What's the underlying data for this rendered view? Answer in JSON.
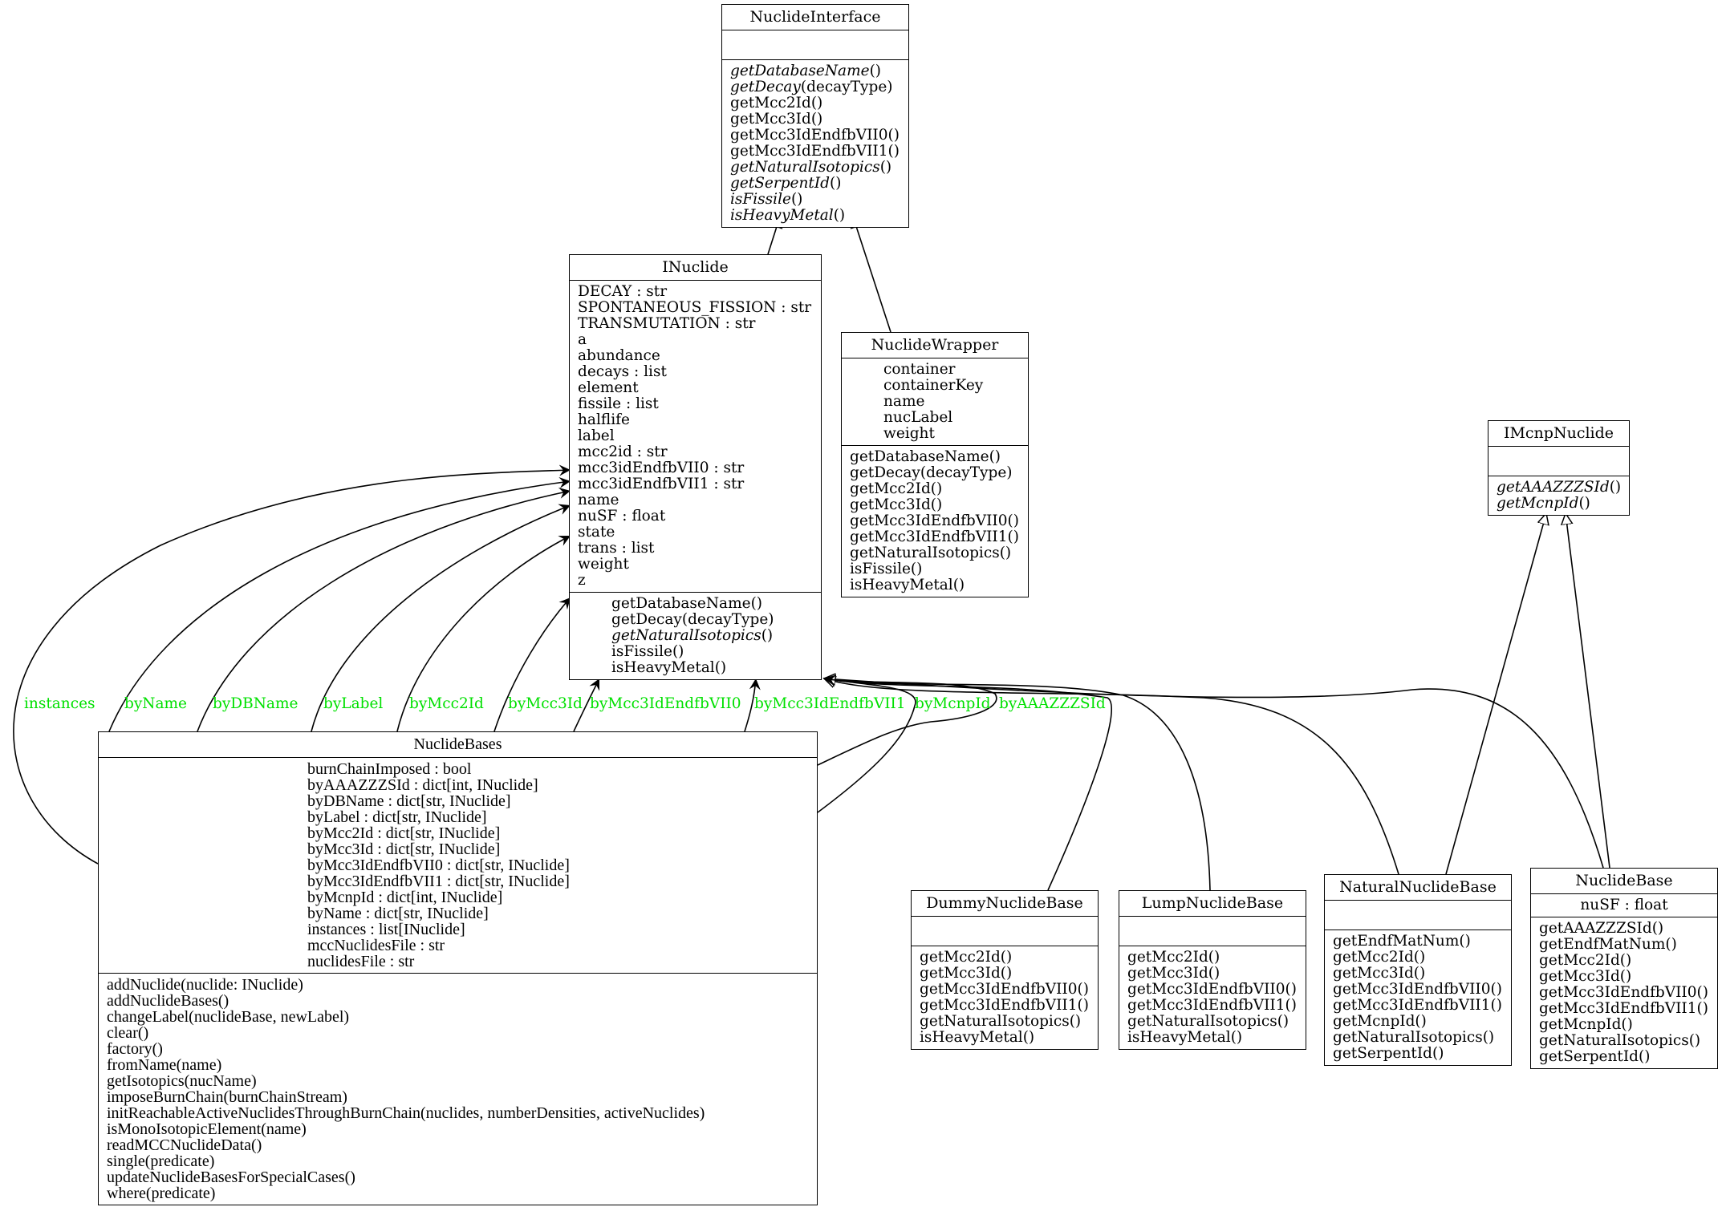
{
  "diagram": {
    "type": "uml-class-diagram",
    "classes": {
      "NuclideInterface": {
        "name": "NuclideInterface",
        "attributes": [],
        "methods": [
          {
            "name": "getDatabaseName",
            "args": "()",
            "abstract": true
          },
          {
            "name": "getDecay",
            "args": "(decayType)",
            "abstract": true
          },
          {
            "name": "getMcc2Id",
            "args": "()",
            "abstract": false
          },
          {
            "name": "getMcc3Id",
            "args": "()",
            "abstract": false
          },
          {
            "name": "getMcc3IdEndfbVII0",
            "args": "()",
            "abstract": false
          },
          {
            "name": "getMcc3IdEndfbVII1",
            "args": "()",
            "abstract": false
          },
          {
            "name": "getNaturalIsotopics",
            "args": "()",
            "abstract": true
          },
          {
            "name": "getSerpentId",
            "args": "()",
            "abstract": true
          },
          {
            "name": "isFissile",
            "args": "()",
            "abstract": true
          },
          {
            "name": "isHeavyMetal",
            "args": "()",
            "abstract": true
          }
        ]
      },
      "INuclide": {
        "name": "INuclide",
        "attributes": [
          "DECAY : str",
          "SPONTANEOUS_FISSION : str",
          "TRANSMUTATION : str",
          "a",
          "abundance",
          "decays : list",
          "element",
          "fissile : list",
          "halflife",
          "label",
          "mcc2id : str",
          "mcc3idEndfbVII0 : str",
          "mcc3idEndfbVII1 : str",
          "name",
          "nuSF : float",
          "state",
          "trans : list",
          "weight",
          "z"
        ],
        "methods": [
          {
            "name": "getDatabaseName",
            "args": "()",
            "abstract": false
          },
          {
            "name": "getDecay",
            "args": "(decayType)",
            "abstract": false
          },
          {
            "name": "getNaturalIsotopics",
            "args": "()",
            "abstract": true
          },
          {
            "name": "isFissile",
            "args": "()",
            "abstract": false
          },
          {
            "name": "isHeavyMetal",
            "args": "()",
            "abstract": false
          }
        ]
      },
      "NuclideWrapper": {
        "name": "NuclideWrapper",
        "attributes": [
          "container",
          "containerKey",
          "name",
          "nucLabel",
          "weight"
        ],
        "methods": [
          "getDatabaseName()",
          "getDecay(decayType)",
          "getMcc2Id()",
          "getMcc3Id()",
          "getMcc3IdEndfbVII0()",
          "getMcc3IdEndfbVII1()",
          "getNaturalIsotopics()",
          "isFissile()",
          "isHeavyMetal()"
        ]
      },
      "IMcnpNuclide": {
        "name": "IMcnpNuclide",
        "attributes": [],
        "methods": [
          {
            "name": "getAAAZZZSId",
            "args": "()",
            "abstract": true
          },
          {
            "name": "getMcnpId",
            "args": "()",
            "abstract": true
          }
        ]
      },
      "NuclideBases": {
        "name": "NuclideBases",
        "attributes": [
          "burnChainImposed : bool",
          "byAAAZZZSId : dict[int, INuclide]",
          "byDBName : dict[str, INuclide]",
          "byLabel : dict[str, INuclide]",
          "byMcc2Id : dict[str, INuclide]",
          "byMcc3Id : dict[str, INuclide]",
          "byMcc3IdEndfbVII0 : dict[str, INuclide]",
          "byMcc3IdEndfbVII1 : dict[str, INuclide]",
          "byMcnpId : dict[int, INuclide]",
          "byName : dict[str, INuclide]",
          "instances : list[INuclide]",
          "mccNuclidesFile : str",
          "nuclidesFile : str"
        ],
        "methods": [
          "addNuclide(nuclide: INuclide)",
          "addNuclideBases()",
          "changeLabel(nuclideBase, newLabel)",
          "clear()",
          "factory()",
          "fromName(name)",
          "getIsotopics(nucName)",
          "imposeBurnChain(burnChainStream)",
          "initReachableActiveNuclidesThroughBurnChain(nuclides, numberDensities, activeNuclides)",
          "isMonoIsotopicElement(name)",
          "readMCCNuclideData()",
          "single(predicate)",
          "updateNuclideBasesForSpecialCases()",
          "where(predicate)"
        ]
      },
      "DummyNuclideBase": {
        "name": "DummyNuclideBase",
        "attributes": [],
        "methods": [
          "getMcc2Id()",
          "getMcc3Id()",
          "getMcc3IdEndfbVII0()",
          "getMcc3IdEndfbVII1()",
          "getNaturalIsotopics()",
          "isHeavyMetal()"
        ]
      },
      "LumpNuclideBase": {
        "name": "LumpNuclideBase",
        "attributes": [],
        "methods": [
          "getMcc2Id()",
          "getMcc3Id()",
          "getMcc3IdEndfbVII0()",
          "getMcc3IdEndfbVII1()",
          "getNaturalIsotopics()",
          "isHeavyMetal()"
        ]
      },
      "NaturalNuclideBase": {
        "name": "NaturalNuclideBase",
        "attributes": [],
        "methods": [
          "getEndfMatNum()",
          "getMcc2Id()",
          "getMcc3Id()",
          "getMcc3IdEndfbVII0()",
          "getMcc3IdEndfbVII1()",
          "getMcnpId()",
          "getNaturalIsotopics()",
          "getSerpentId()"
        ]
      },
      "NuclideBase": {
        "name": "NuclideBase",
        "attributes": [
          "nuSF : float"
        ],
        "methods": [
          "getAAAZZZSId()",
          "getEndfMatNum()",
          "getMcc2Id()",
          "getMcc3Id()",
          "getMcc3IdEndfbVII0()",
          "getMcc3IdEndfbVII1()",
          "getMcnpId()",
          "getNaturalIsotopics()",
          "getSerpentId()"
        ]
      }
    },
    "associations": [
      {
        "label": "instances",
        "from": "NuclideBases",
        "to": "INuclide"
      },
      {
        "label": "byName",
        "from": "NuclideBases",
        "to": "INuclide"
      },
      {
        "label": "byDBName",
        "from": "NuclideBases",
        "to": "INuclide"
      },
      {
        "label": "byLabel",
        "from": "NuclideBases",
        "to": "INuclide"
      },
      {
        "label": "byMcc2Id",
        "from": "NuclideBases",
        "to": "INuclide"
      },
      {
        "label": "byMcc3Id",
        "from": "NuclideBases",
        "to": "INuclide"
      },
      {
        "label": "byMcc3IdEndfbVII0",
        "from": "NuclideBases",
        "to": "INuclide"
      },
      {
        "label": "byMcc3IdEndfbVII1",
        "from": "NuclideBases",
        "to": "INuclide"
      },
      {
        "label": "byMcnpId",
        "from": "NuclideBases",
        "to": "INuclide"
      },
      {
        "label": "byAAAZZZSId",
        "from": "NuclideBases",
        "to": "INuclide"
      }
    ],
    "generalizations": [
      {
        "child": "INuclide",
        "parent": "NuclideInterface"
      },
      {
        "child": "NuclideWrapper",
        "parent": "NuclideInterface"
      },
      {
        "child": "DummyNuclideBase",
        "parent": "INuclide"
      },
      {
        "child": "LumpNuclideBase",
        "parent": "INuclide"
      },
      {
        "child": "NaturalNuclideBase",
        "parent": "INuclide"
      },
      {
        "child": "NuclideBase",
        "parent": "INuclide"
      },
      {
        "child": "NaturalNuclideBase",
        "parent": "IMcnpNuclide"
      },
      {
        "child": "NuclideBase",
        "parent": "IMcnpNuclide"
      }
    ],
    "colors": {
      "line": "#000000",
      "association_label": "#00e000",
      "background": "#ffffff"
    }
  }
}
